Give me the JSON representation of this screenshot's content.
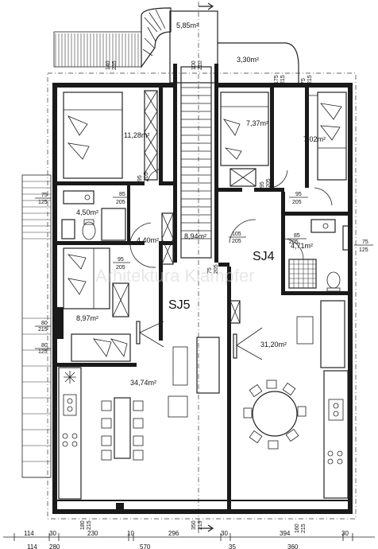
{
  "rooms": [
    {
      "id": "room-stairwell-top",
      "area": "5,85m²"
    },
    {
      "id": "room-terrace",
      "area": "3,30m²"
    },
    {
      "id": "room-bedroom-1",
      "area": "11,28m²"
    },
    {
      "id": "room-bedroom-2",
      "area": "7,37m²"
    },
    {
      "id": "room-bedroom-3",
      "area": "7,02m²"
    },
    {
      "id": "room-bath-1",
      "area": "4,50m²"
    },
    {
      "id": "room-hall-1",
      "area": "4,40m²"
    },
    {
      "id": "room-stair-hall",
      "area": "8,94m²"
    },
    {
      "id": "room-bath-2",
      "area": "4,71m²"
    },
    {
      "id": "room-bedroom-4",
      "area": "8,97m²"
    },
    {
      "id": "room-living-2",
      "area": "31,20m²"
    },
    {
      "id": "room-living-1",
      "area": "34,74m²"
    }
  ],
  "units": [
    {
      "id": "unit-sj4",
      "label": "SJ4"
    },
    {
      "id": "unit-sj5",
      "label": "SJ5"
    }
  ],
  "door_dims": [
    {
      "id": "dd-1",
      "w": "140",
      "h": "235"
    },
    {
      "id": "dd-2",
      "w": "100",
      "h": "210"
    },
    {
      "id": "dd-3",
      "w": "175",
      "h": "215"
    },
    {
      "id": "dd-4",
      "w": "75",
      "h": "215"
    },
    {
      "id": "dd-5",
      "w": "95",
      "h": "205"
    },
    {
      "id": "dd-6",
      "w": "95",
      "h": "205"
    },
    {
      "id": "dd-7",
      "w": "75",
      "h": "125"
    },
    {
      "id": "dd-8",
      "w": "85",
      "h": "205"
    },
    {
      "id": "dd-9",
      "w": "95",
      "h": "205"
    },
    {
      "id": "dd-10",
      "w": "105",
      "h": "205"
    },
    {
      "id": "dd-11",
      "w": "75",
      "h": "205"
    },
    {
      "id": "dd-12",
      "w": "85",
      "h": "205"
    },
    {
      "id": "dd-13",
      "w": "75",
      "h": "125"
    },
    {
      "id": "dd-14",
      "w": "95",
      "h": "205"
    },
    {
      "id": "dd-15",
      "w": "80",
      "h": "215"
    },
    {
      "id": "dd-16",
      "w": "80",
      "h": "125"
    },
    {
      "id": "dd-17",
      "w": "180",
      "h": "215"
    },
    {
      "id": "dd-18",
      "w": "350",
      "h": "219"
    },
    {
      "id": "dd-19",
      "w": "160",
      "h": "215"
    }
  ],
  "bottom_dims": [
    "114",
    "30",
    "230",
    "10",
    "296",
    "30",
    "394",
    "30"
  ],
  "bottom_dims_row2": [
    "114",
    "280",
    "570",
    "35",
    "360"
  ],
  "watermark": "Arhitektura Klampfer"
}
